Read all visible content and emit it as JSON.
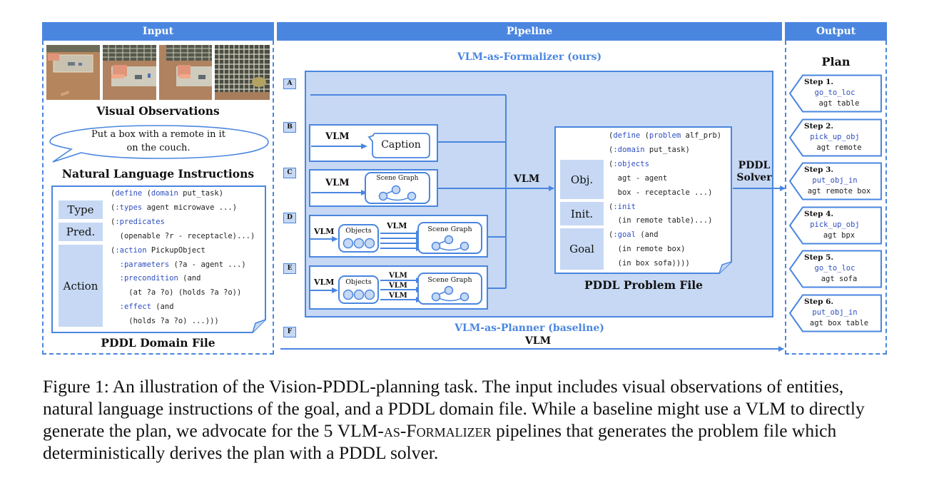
{
  "colors": {
    "accent_blue": "#4a86e0",
    "light_blue_fill": "#c6d8f3",
    "keyword_blue": "#2f4fbf",
    "subtitle_blue": "#4a86e0"
  },
  "input_panel": {
    "header": "Input",
    "images": [
      {
        "alt": "kitchen-scene-view-1"
      },
      {
        "alt": "kitchen-scene-view-2"
      },
      {
        "alt": "kitchen-scene-view-3"
      },
      {
        "alt": "kitchen-scene-view-4"
      }
    ],
    "visual_observations_label": "Visual Observations",
    "instruction_line1": "Put a box with a remote in it",
    "instruction_line2": "on the couch.",
    "natural_language_label": "Natural Language Instructions",
    "domain_file": {
      "labels": {
        "type": "Type",
        "pred": "Pred.",
        "action": "Action"
      },
      "lines": [
        [
          {
            "t": "(",
            "k": false
          },
          {
            "t": "define",
            "k": true
          },
          {
            "t": " (",
            "k": false
          },
          {
            "t": "domain",
            "k": true
          },
          {
            "t": " put_task)",
            "k": false
          }
        ],
        [
          {
            "t": "(",
            "k": false
          },
          {
            "t": ":types",
            "k": true
          },
          {
            "t": " agent microwave ...)",
            "k": false
          }
        ],
        [
          {
            "t": "(",
            "k": false
          },
          {
            "t": ":predicates",
            "k": true
          }
        ],
        [
          {
            "t": "  (openable ?r - receptacle)...)",
            "k": false
          }
        ],
        [
          {
            "t": "(",
            "k": false
          },
          {
            "t": ":action",
            "k": true
          },
          {
            "t": " PickupObject",
            "k": false
          }
        ],
        [
          {
            "t": "  ",
            "k": false
          },
          {
            "t": ":parameters",
            "k": true
          },
          {
            "t": " (?a - agent ...)",
            "k": false
          }
        ],
        [
          {
            "t": "  ",
            "k": false
          },
          {
            "t": ":precondition",
            "k": true
          },
          {
            "t": " (and",
            "k": false
          }
        ],
        [
          {
            "t": "    (at ?a ?o) (holds ?a ?o))",
            "k": false
          }
        ],
        [
          {
            "t": "  ",
            "k": false
          },
          {
            "t": ":effect",
            "k": true
          },
          {
            "t": " (and",
            "k": false
          }
        ],
        [
          {
            "t": "    (holds ?a ?o) ...)))",
            "k": false
          }
        ]
      ]
    },
    "domain_file_label": "PDDL Domain File"
  },
  "pipeline_panel": {
    "header": "Pipeline",
    "formalizer_title": "VLM-as-Formalizer (ours)",
    "planner_title": "VLM-as-Planner (baseline)",
    "planner_vlm_label": "VLM",
    "row_letters": [
      "A",
      "B",
      "C",
      "D",
      "E",
      "F"
    ],
    "vlm": "VLM",
    "caption_label": "Caption",
    "scene_graph_label": "Scene Graph",
    "objects_label": "Objects",
    "merge_vlm_label": "VLM",
    "problem_file": {
      "labels": {
        "obj": "Obj.",
        "init": "Init.",
        "goal": "Goal"
      },
      "lines": [
        [
          {
            "t": "(",
            "k": false
          },
          {
            "t": "define",
            "k": true
          },
          {
            "t": " (",
            "k": false
          },
          {
            "t": "problem",
            "k": true
          },
          {
            "t": " alf_prb)",
            "k": false
          }
        ],
        [
          {
            "t": "(",
            "k": false
          },
          {
            "t": ":domain",
            "k": true
          },
          {
            "t": " put_task)",
            "k": false
          }
        ],
        [
          {
            "t": "(",
            "k": false
          },
          {
            "t": ":objects",
            "k": true
          }
        ],
        [
          {
            "t": "  agt - agent",
            "k": false
          }
        ],
        [
          {
            "t": "  box - receptacle ...)",
            "k": false
          }
        ],
        [
          {
            "t": "(",
            "k": false
          },
          {
            "t": ":init",
            "k": true
          }
        ],
        [
          {
            "t": "  (in remote table)...)",
            "k": false
          }
        ],
        [
          {
            "t": "(",
            "k": false
          },
          {
            "t": ":goal",
            "k": true
          },
          {
            "t": " (and",
            "k": false
          }
        ],
        [
          {
            "t": "  (in remote box)",
            "k": false
          }
        ],
        [
          {
            "t": "  (in box sofa))))",
            "k": false
          }
        ]
      ]
    },
    "problem_file_label": "PDDL Problem File",
    "solver_label_line1": "PDDL",
    "solver_label_line2": "Solver"
  },
  "output_panel": {
    "header": "Output",
    "plan_title": "Plan",
    "steps": [
      {
        "title": "Step 1.",
        "action": "go_to_loc",
        "args": "agt table"
      },
      {
        "title": "Step 2.",
        "action": "pick_up_obj",
        "args": "agt remote"
      },
      {
        "title": "Step 3.",
        "action": "put_obj_in",
        "args": "agt remote box"
      },
      {
        "title": "Step 4.",
        "action": "pick_up_obj",
        "args": "agt bpx"
      },
      {
        "title": "Step 5.",
        "action": "go_to_loc",
        "args": "agt sofa"
      },
      {
        "title": "Step 6.",
        "action": "put_obj_in",
        "args": "agt box table"
      }
    ]
  },
  "caption": {
    "prefix": "Figure 1: An illustration of the Vision-PDDL-planning task. The input includes visual observations of entities, natural language instructions of the goal, and a PDDL domain file. While a baseline might use a VLM to directly generate the plan, we advocate for the 5 ",
    "smallcaps": "VLM-as-Formalizer",
    "suffix": " pipelines that generates the problem file which deterministically derives the plan with a PDDL solver."
  }
}
